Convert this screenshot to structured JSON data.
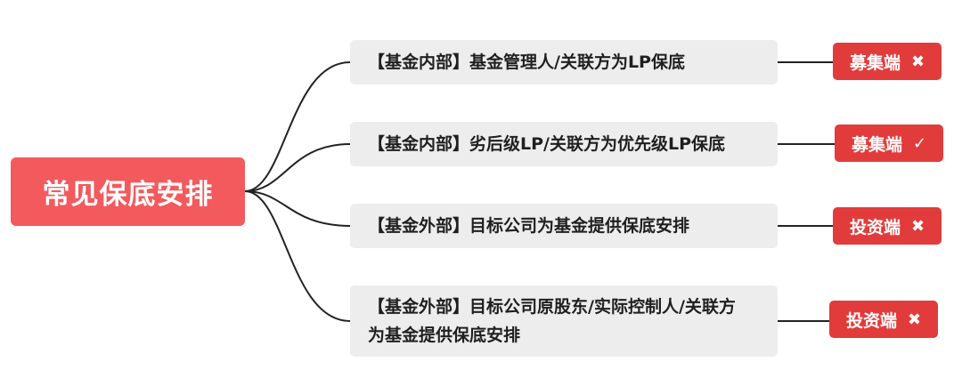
{
  "root": {
    "label": "常见保底安排"
  },
  "branches": [
    {
      "text": "【基金内部】基金管理人/关联方为LP保底",
      "tag": "募集端",
      "icon": "✖",
      "icon_name": "cross-icon"
    },
    {
      "text": "【基金内部】劣后级LP/关联方为优先级LP保底",
      "tag": "募集端",
      "icon": "✓",
      "icon_name": "check-icon"
    },
    {
      "text": "【基金外部】目标公司为基金提供保底安排",
      "tag": "投资端",
      "icon": "✖",
      "icon_name": "cross-icon"
    },
    {
      "text": "【基金外部】目标公司原股东/实际控制人/关联方为基金提供保底安排",
      "tag": "投资端",
      "icon": "✖",
      "icon_name": "cross-icon"
    }
  ],
  "colors": {
    "root": "#f25a5d",
    "tag": "#e23b3b",
    "branch_bg": "#ededed",
    "line": "#222222"
  }
}
